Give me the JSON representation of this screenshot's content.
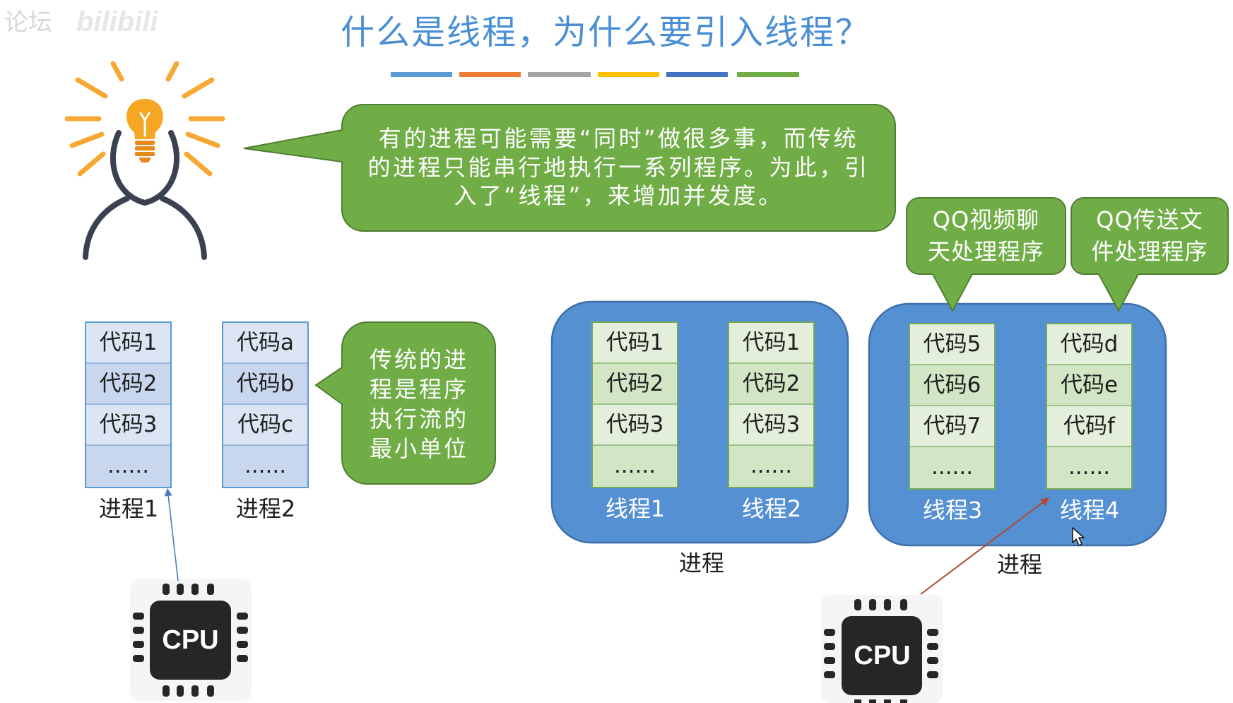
{
  "watermark": {
    "forum_text": "论坛",
    "logo_text": "bilibili"
  },
  "title": "什么是线程，为什么要引入线程？",
  "accent_bar_colors": [
    "#5b9bd5",
    "#ed7d31",
    "#a5a5a5",
    "#ffc000",
    "#4472c4",
    "#70ad47"
  ],
  "colors": {
    "callout_green": "#70ad47",
    "process_box_blue": "#5590d3",
    "cpu_body": "#262626",
    "bulb_orange": "#f5a623",
    "ray_orange": "#f7a833",
    "person_outline": "#3b4150",
    "arrow_blue": "#4a7ebb",
    "arrow_red": "#b4462b"
  },
  "icons": {
    "idea": "lightbulb-person-icon",
    "processor": "cpu-chip-icon",
    "pointer": "mouse-cursor-icon"
  },
  "intro_callout": {
    "lines": [
      "有的进程可能需要“同时”做很多事，而传统",
      "的进程只能串行地执行一系列程序。为此，引",
      "入了“线程”，来增加并发度。"
    ]
  },
  "traditional": {
    "processes": [
      {
        "label": "进程1",
        "code": [
          "代码1",
          "代码2",
          "代码3",
          "......"
        ]
      },
      {
        "label": "进程2",
        "code": [
          "代码a",
          "代码b",
          "代码c",
          "......"
        ]
      }
    ],
    "callout": {
      "lines": [
        "传统的进",
        "程是程序",
        "执行流的",
        "最小单位"
      ]
    },
    "cpu_label": "CPU"
  },
  "threaded": {
    "processes": [
      {
        "label": "进程",
        "threads": [
          {
            "label": "线程1",
            "code": [
              "代码1",
              "代码2",
              "代码3",
              "......"
            ]
          },
          {
            "label": "线程2",
            "code": [
              "代码1",
              "代码2",
              "代码3",
              "......"
            ]
          }
        ]
      },
      {
        "label": "进程",
        "threads": [
          {
            "label": "线程3",
            "code": [
              "代码5",
              "代码6",
              "代码7",
              "......"
            ]
          },
          {
            "label": "线程4",
            "code": [
              "代码d",
              "代码e",
              "代码f",
              "......"
            ]
          }
        ]
      }
    ],
    "callouts": [
      {
        "lines": [
          "QQ视频聊",
          "天处理程序"
        ]
      },
      {
        "lines": [
          "QQ传送文",
          "件处理程序"
        ]
      }
    ],
    "cpu_label": "CPU"
  }
}
